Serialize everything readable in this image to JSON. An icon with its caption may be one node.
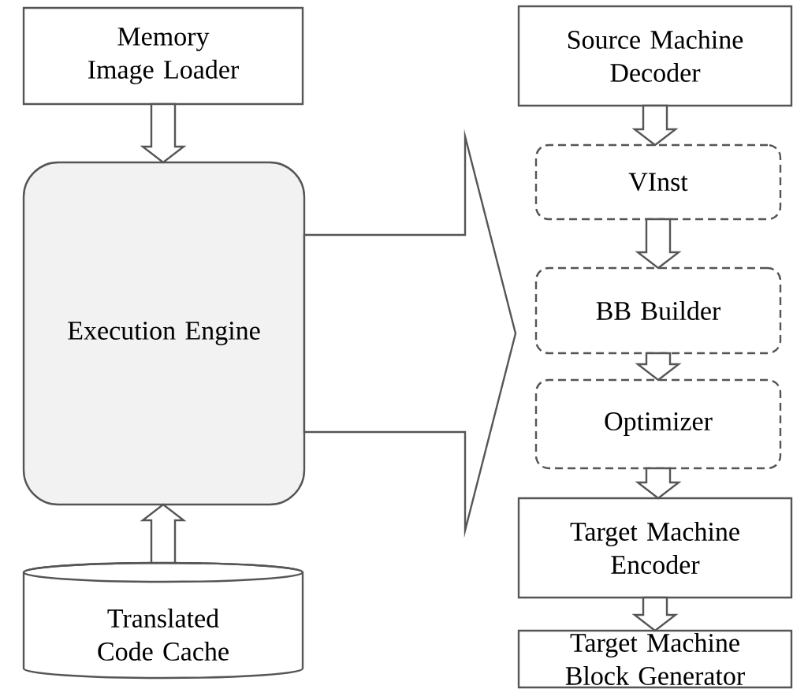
{
  "diagram": {
    "nodes": [
      {
        "text": [
          "Memory Image Loader"
        ]
      },
      {
        "text": [
          "Execution Engine"
        ]
      },
      {
        "text": [
          "Translated Code Cache"
        ]
      },
      {
        "text": [
          "Source Machine Decoder"
        ]
      },
      {
        "text": [
          "VInst"
        ]
      },
      {
        "text": [
          "BB Builder"
        ]
      },
      {
        "text": [
          "Optimizer"
        ]
      },
      {
        "text": [
          "Target Machine Encoder"
        ]
      },
      {
        "text": [
          "Target Machine Block Generator"
        ]
      }
    ],
    "edges": [
      {
        "from": 0,
        "to": 1,
        "arrow": "to"
      },
      {
        "from": 2,
        "to": 1,
        "arrow": "to"
      },
      {
        "from": 1,
        "to": null,
        "arrow": "to"
      },
      {
        "from": 3,
        "to": 4,
        "arrow": "to"
      },
      {
        "from": 4,
        "to": 5,
        "arrow": "to"
      },
      {
        "from": 5,
        "to": 6,
        "arrow": "to"
      },
      {
        "from": 6,
        "to": 7,
        "arrow": "to"
      },
      {
        "from": 7,
        "to": 8,
        "arrow": "to"
      }
    ]
  }
}
